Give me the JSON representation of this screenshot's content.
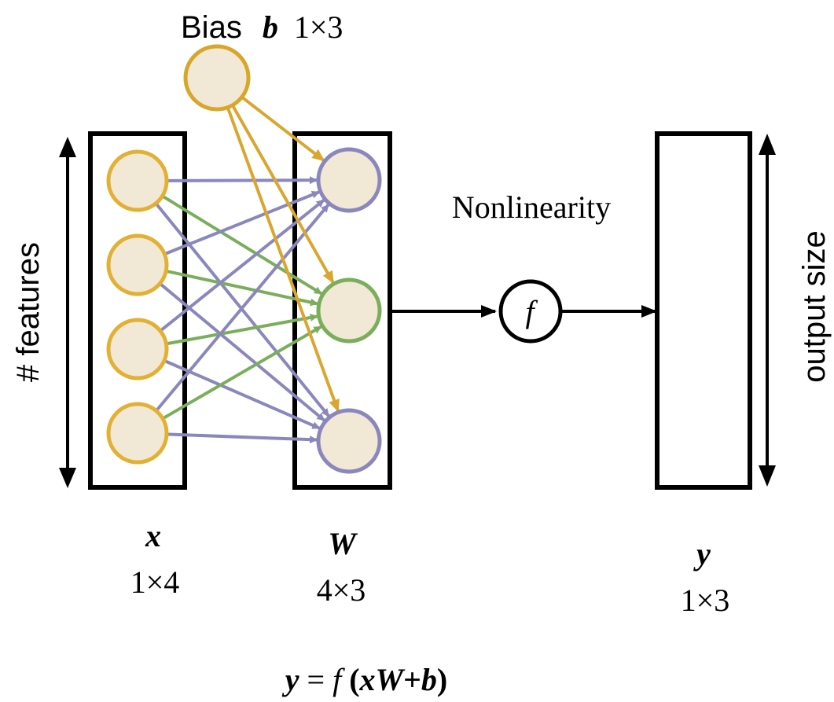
{
  "bias": {
    "word": "Bias",
    "symbol": "b",
    "dims": "1×3"
  },
  "left_axis_label": "# features",
  "right_axis_label": "output size",
  "nonlinearity_label": "Nonlinearity",
  "function_symbol": "f",
  "x_block": {
    "symbol": "x",
    "dims": "1×4"
  },
  "w_block": {
    "symbol": "W",
    "dims": "4×3"
  },
  "y_block": {
    "symbol": "y",
    "dims": "1×3"
  },
  "equation": {
    "y": "y",
    "eq": " = ",
    "f": "f",
    "open": " (",
    "x": "x",
    "W": "W",
    "plus": "+",
    "b": "b",
    "close": ")"
  },
  "colors": {
    "node_fill": "#f2e8d6",
    "input_stroke": "#e2b134",
    "bias_stroke": "#d8a629",
    "bias_arrow": "#d9a630",
    "purple": "#8a87bd",
    "green": "#7bae5b",
    "black": "#000000"
  },
  "network": {
    "input_nodes": 4,
    "output_nodes": 3,
    "highlighted_output": 2
  }
}
